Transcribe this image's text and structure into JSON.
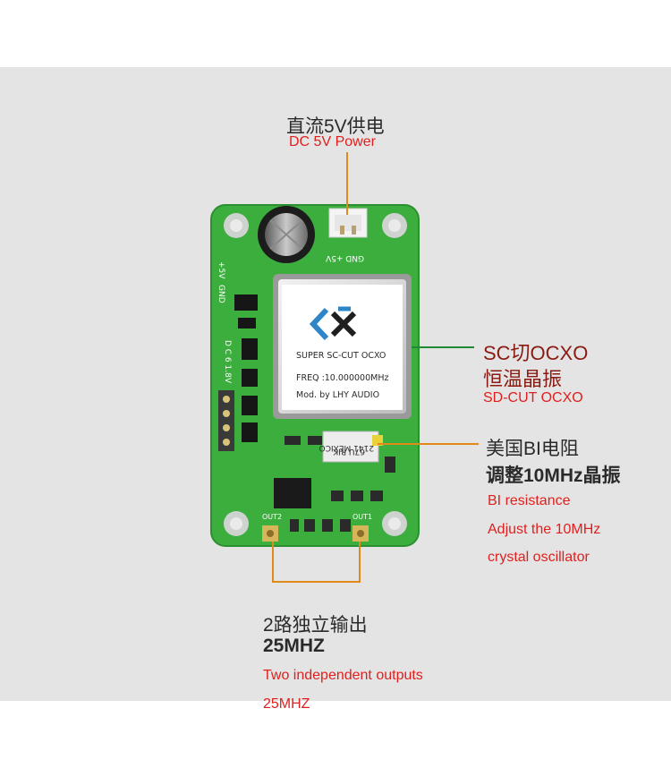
{
  "callouts": {
    "power": {
      "zh": "直流5V供电",
      "en": "DC 5V Power"
    },
    "ocxo": {
      "zh_line1": "SC切OCXO",
      "zh_line2": "恒温晶振",
      "en": "SD-CUT OCXO"
    },
    "resistor": {
      "zh_line1": "美国BI电阻",
      "zh_line2": "调整10MHz晶振",
      "en_line1": "BI resistance",
      "en_line2": "Adjust the 10MHz",
      "en_line3": "crystal oscillator"
    },
    "outputs": {
      "zh_line1": "2路独立输出",
      "zh_line2": "25MHZ",
      "en_line1": "Two independent outputs",
      "en_line2": "25MHZ"
    }
  },
  "board": {
    "ocxo_line1": "SUPER SC-CUT OCXO",
    "ocxo_line2": "FREQ :10.000000MHz",
    "ocxo_line3": "Mod. by  LHY AUDIO",
    "silk_power": "GND  +5V",
    "silk_plus5v": "+5V",
    "silk_gnd": "GND",
    "silk_dc": "D C 6 1.8V",
    "silk_out1": "OUT1",
    "silk_out2": "OUT2",
    "resistor_mark": "2141 MEXICO",
    "resistor_mark2": "67U RIK"
  },
  "colors": {
    "pcb_green": "#3cae3e",
    "callout_green": "#1e8a34",
    "callout_orange": "#e08a1c",
    "callout_red": "#e0201e",
    "brand_blue": "#2e86c8"
  }
}
